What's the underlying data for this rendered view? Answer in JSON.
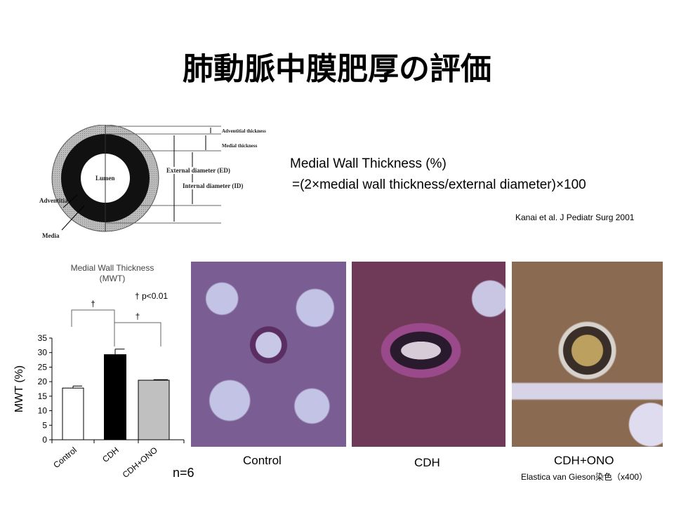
{
  "title": "肺動脈中膜肥厚の評価",
  "diagram": {
    "labels": {
      "adventitial_thickness": "Adventitial thickness",
      "medial_thickness": "Medial thickness",
      "external_diameter": "External diameter (ED)",
      "internal_diameter": "Internal diameter (ID)",
      "lumen": "Lumen",
      "adventitia": "Adventitia",
      "media": "Media"
    }
  },
  "formula": {
    "line1": "Medial Wall Thickness (%)",
    "line2": "=(2×medial wall thickness/external diameter)×100",
    "citation": "Kanai et al. J Pediatr Surg 2001"
  },
  "chart_data": {
    "type": "bar",
    "title": "Medial Wall Thickness\n(MWT)",
    "title_line1": "Medial Wall Thickness",
    "title_line2": "(MWT)",
    "ylabel": "MWT (%)",
    "xlabel": "",
    "categories": [
      "Control",
      "CDH",
      "CDH+ONO"
    ],
    "values": [
      17.8,
      29.3,
      20.5
    ],
    "errors": [
      0.7,
      1.9,
      0.2
    ],
    "colors": [
      "#ffffff",
      "#000000",
      "#c0c0c0"
    ],
    "ylim": [
      0,
      35
    ],
    "yticks": [
      "0",
      "5",
      "10",
      "15",
      "20",
      "25",
      "30",
      "35"
    ],
    "significance": [
      {
        "pair": [
          "Control",
          "CDH"
        ],
        "mark": "†"
      },
      {
        "pair": [
          "CDH",
          "CDH+ONO"
        ],
        "mark": "†"
      }
    ],
    "legend_note": "† p<0.01",
    "n_label": "n=6"
  },
  "micrographs": [
    {
      "caption": "Control"
    },
    {
      "caption": "CDH"
    },
    {
      "caption": "CDH+ONO"
    }
  ],
  "stain_note": "Elastica van Gieson染色（x400）"
}
